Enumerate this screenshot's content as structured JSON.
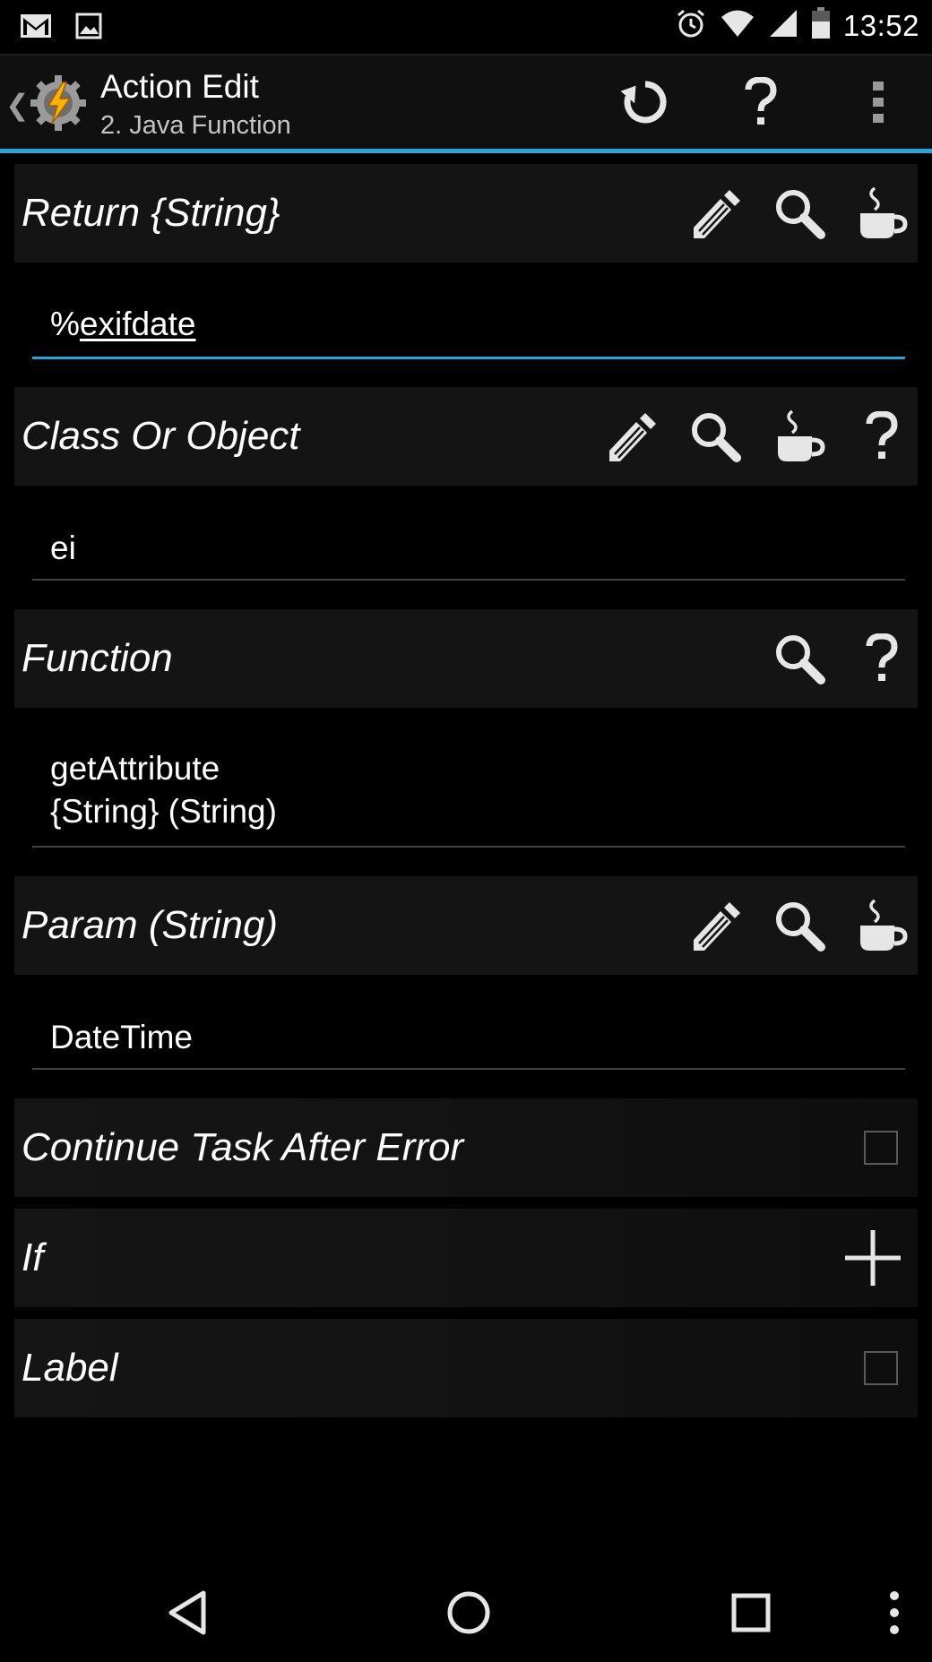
{
  "status_bar": {
    "time": "13:52",
    "left_icons": [
      "gmail-icon",
      "image-icon"
    ],
    "right_icons": [
      "alarm-icon",
      "wifi-icon",
      "signal-icon",
      "battery-icon"
    ]
  },
  "action_bar": {
    "title": "Action Edit",
    "subtitle": "2. Java Function",
    "buttons": [
      "undo-icon",
      "help-icon",
      "overflow-menu-icon"
    ]
  },
  "sections": {
    "return": {
      "label": "Return {String}",
      "value_prefix": "%",
      "value_var": "exifdate",
      "icons": [
        "pencil-icon",
        "search-icon",
        "coffee-cup-icon"
      ]
    },
    "class_or_object": {
      "label": "Class Or Object",
      "value": "ei",
      "icons": [
        "pencil-icon",
        "search-icon",
        "coffee-cup-icon",
        "help-icon"
      ]
    },
    "function": {
      "label": "Function",
      "value_line1": "getAttribute",
      "value_line2": "{String} (String)",
      "icons": [
        "search-icon",
        "help-icon"
      ]
    },
    "param": {
      "label": "Param (String)",
      "value": "DateTime",
      "icons": [
        "pencil-icon",
        "search-icon",
        "coffee-cup-icon"
      ]
    },
    "continue_after_error": {
      "label": "Continue Task After Error",
      "checked": false
    },
    "if": {
      "label": "If",
      "icon": "plus-icon"
    },
    "label": {
      "label": "Label",
      "checked": false
    }
  },
  "nav_bar": {
    "buttons": [
      "back-icon",
      "home-icon",
      "recents-icon",
      "menu-icon"
    ]
  },
  "colors": {
    "accent": "#2aa4d6",
    "background": "#000000",
    "section_background": "#141414",
    "icon_light": "#e6e6e6"
  }
}
